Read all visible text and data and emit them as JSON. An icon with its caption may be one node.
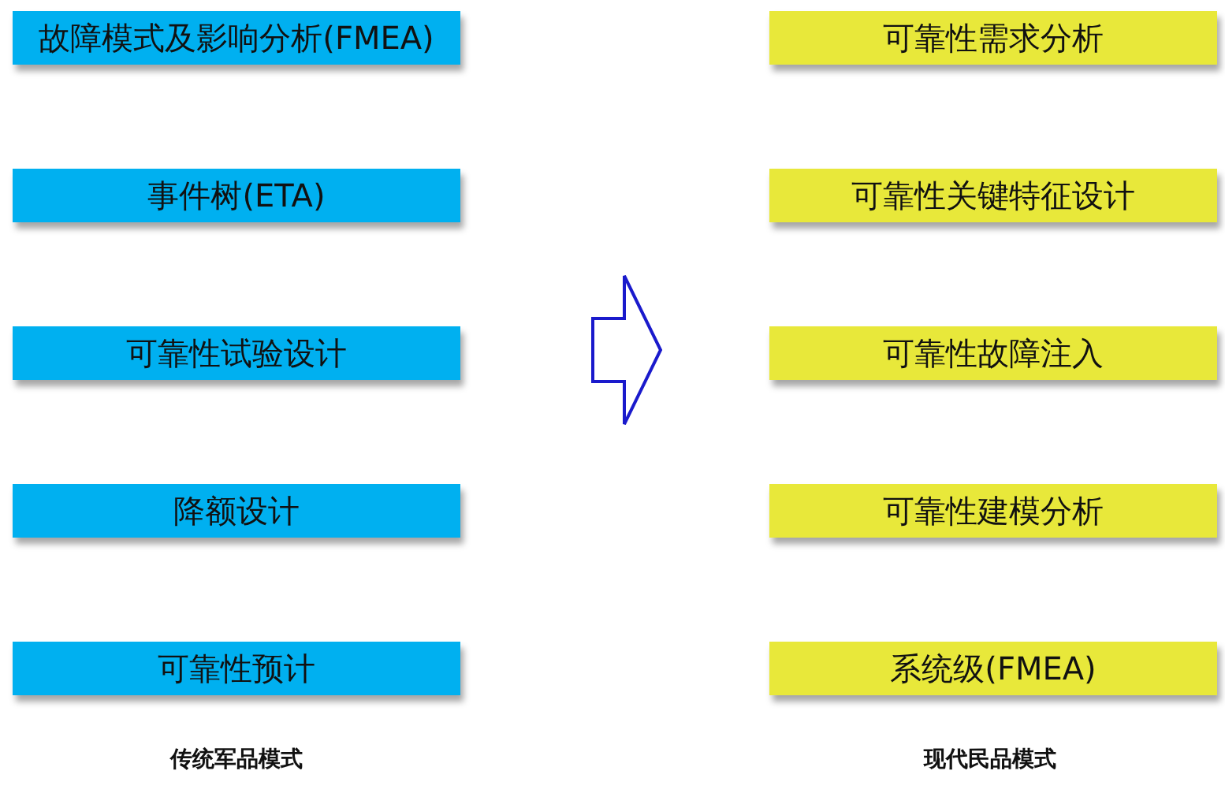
{
  "diagram": {
    "nodes": [
      {
        "text": [
          "故障模式及影响分析(FMEA)"
        ]
      },
      {
        "text": [
          "事件树(ETA)"
        ]
      },
      {
        "text": [
          "可靠性试验设计"
        ]
      },
      {
        "text": [
          "降额设计"
        ]
      },
      {
        "text": [
          "可靠性预计"
        ]
      },
      {
        "text": [
          "可靠性需求分析"
        ]
      },
      {
        "text": [
          "可靠性关键特征设计"
        ]
      },
      {
        "text": [
          "可靠性故障注入"
        ]
      },
      {
        "text": [
          "可靠性建模分析"
        ]
      },
      {
        "text": [
          "系统级(FMEA)"
        ]
      }
    ],
    "labels": [
      "传统军品模式",
      "现代民品模式"
    ]
  }
}
